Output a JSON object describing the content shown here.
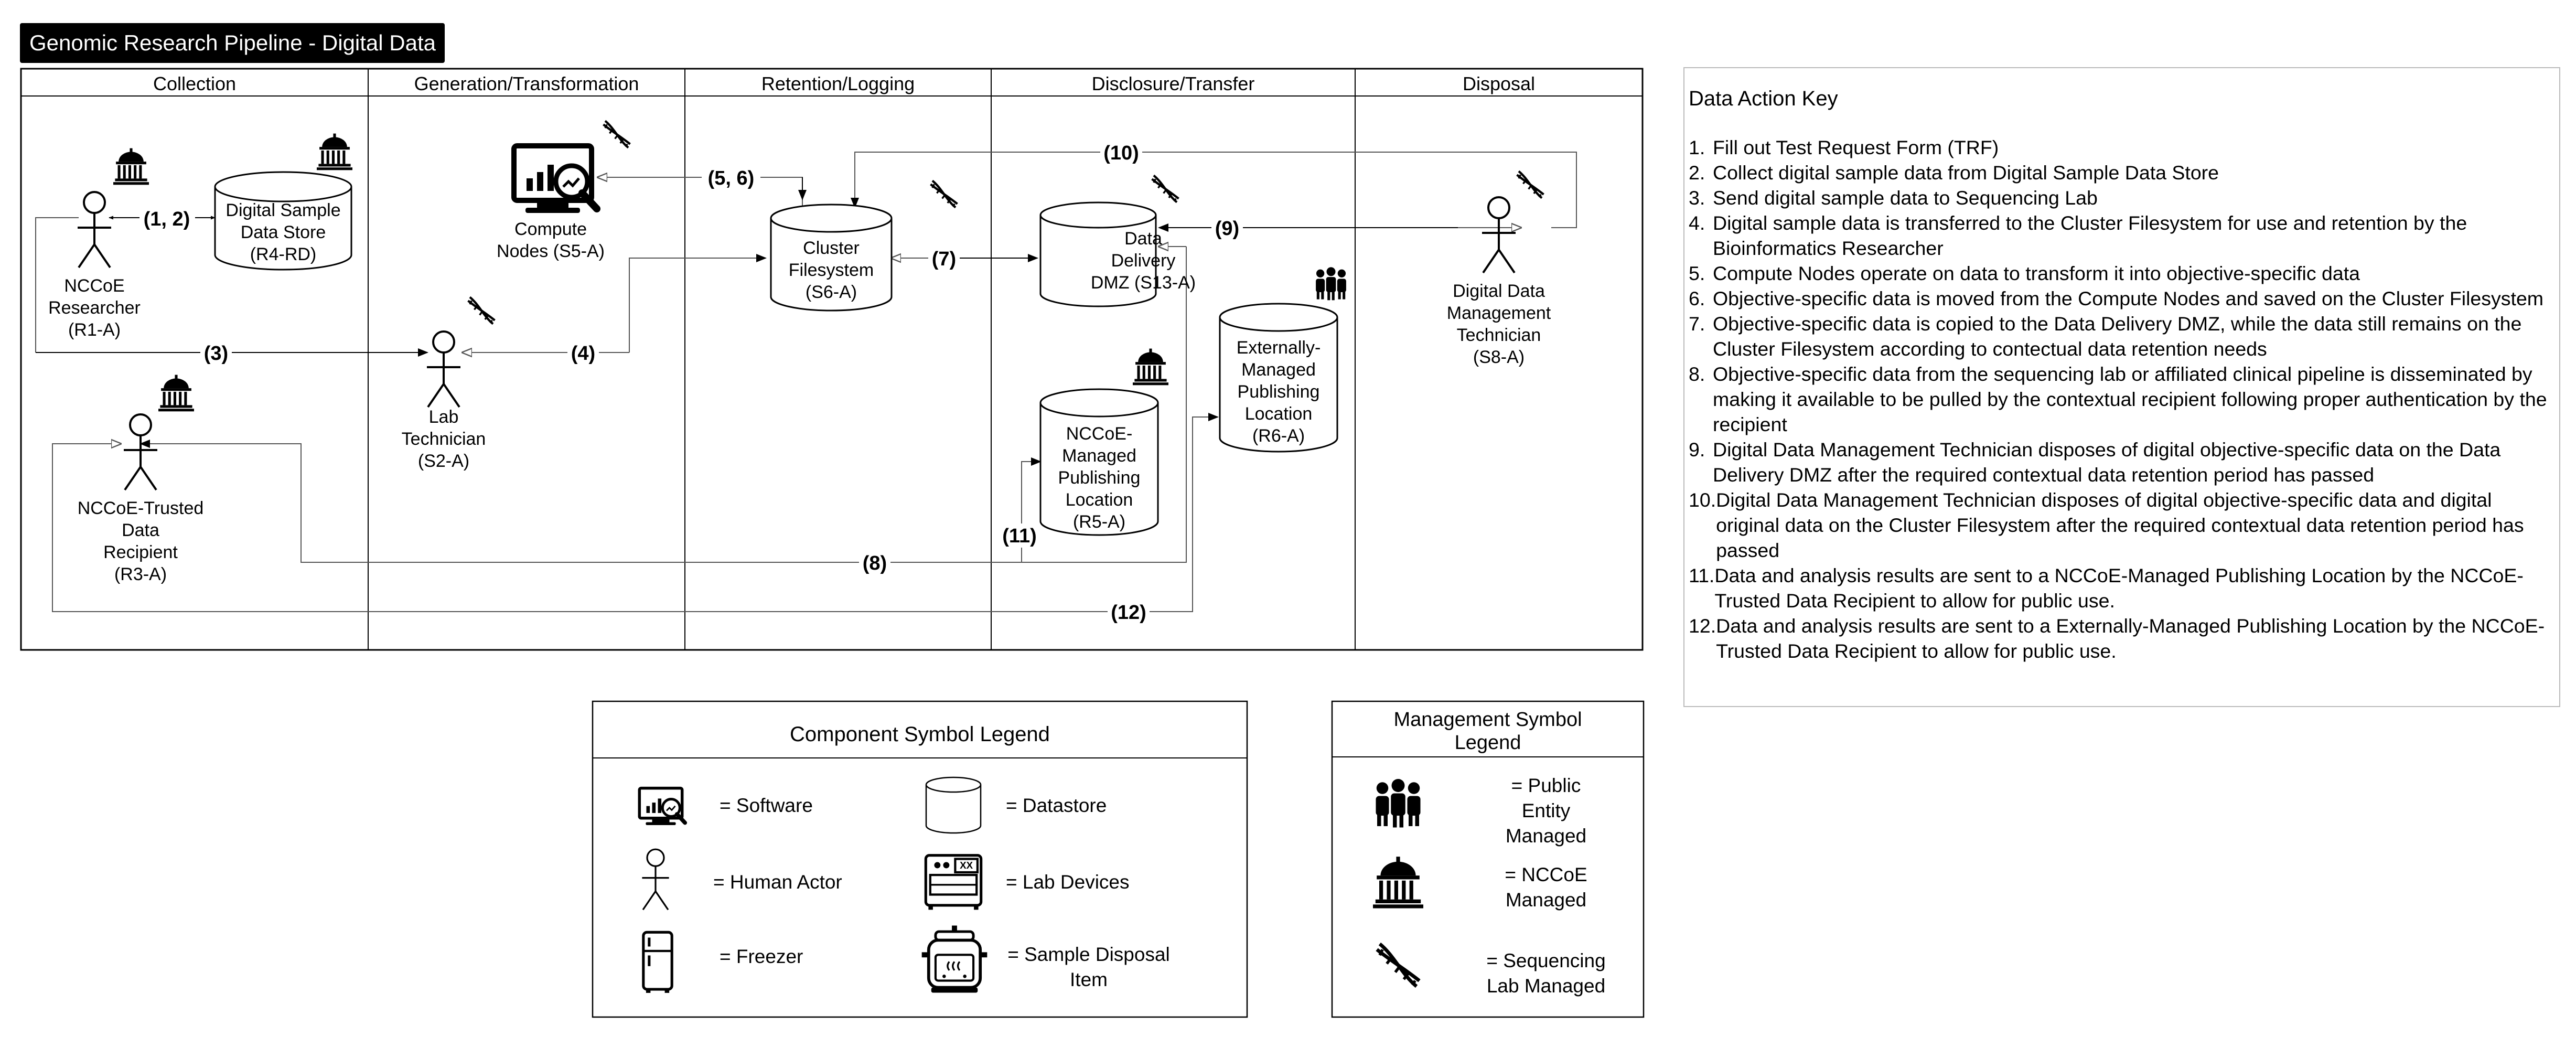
{
  "title": "Genomic Research Pipeline - Digital Data",
  "phases": [
    "Collection",
    "Generation/Transformation",
    "Retention/Logging",
    "Disclosure/Transfer",
    "Disposal"
  ],
  "nodes": {
    "researcher": [
      "NCCoE",
      "Researcher",
      "(R1-A)"
    ],
    "sample_store": [
      "Digital Sample",
      "Data Store",
      "(R4-RD)"
    ],
    "trusted_recipient": [
      "NCCoE-Trusted",
      "Data",
      "Recipient",
      "(R3-A)"
    ],
    "compute_nodes": [
      "Compute",
      "Nodes (S5-A)"
    ],
    "lab_tech": [
      "Lab",
      "Technician",
      "(S2-A)"
    ],
    "cluster_fs": [
      "Cluster",
      "Filesystem",
      "(S6-A)"
    ],
    "delivery_dmz": [
      "Data",
      "Delivery",
      "DMZ (S13-A)"
    ],
    "nccoe_pub": [
      "NCCoE-",
      "Managed",
      "Publishing",
      "Location",
      "(R5-A)"
    ],
    "external_pub": [
      "Externally-",
      "Managed",
      "Publishing",
      "Location",
      "(R6-A)"
    ],
    "ddm_tech": [
      "Digital Data",
      "Management",
      "Technician",
      "(S8-A)"
    ]
  },
  "flow_labels": {
    "l12": "(1, 2)",
    "l3": "(3)",
    "l4": "(4)",
    "l56": "(5, 6)",
    "l7": "(7)",
    "l8": "(8)",
    "l9": "(9)",
    "l10": "(10)",
    "l11": "(11)",
    "l12b": "(12)"
  },
  "key": {
    "title": "Data Action Key",
    "items": [
      {
        "num": "1.",
        "text": "Fill out Test Request Form (TRF)"
      },
      {
        "num": "2.",
        "text": "Collect digital sample data from Digital Sample Data Store"
      },
      {
        "num": "3.",
        "text": "Send digital sample data to Sequencing Lab"
      },
      {
        "num": "4.",
        "text": "Digital sample data is transferred to the Cluster Filesystem for use and retention by the Bioinformatics Researcher"
      },
      {
        "num": "5.",
        "text": "Compute Nodes operate on data to transform it into objective-specific data"
      },
      {
        "num": "6.",
        "text": "Objective-specific data is moved from the Compute Nodes and saved on the Cluster Filesystem"
      },
      {
        "num": "7.",
        "text": "Objective-specific data is copied to the Data Delivery DMZ, while the data still remains on the Cluster Filesystem according to contectual data retention needs"
      },
      {
        "num": "8.",
        "text": "Objective-specific data from the sequencing lab or affiliated clinical pipeline is disseminated by making it available to be pulled by the contextual recipient following proper authentication by the recipient"
      },
      {
        "num": "9.",
        "text": "Digital Data Management Technician disposes of digital objective-specific data on the Data Delivery DMZ after the required contextual data retention period has passed"
      },
      {
        "num": "10.",
        "text": "Digital Data Management Technician disposes of digital objective-specific data and digital original data on the Cluster Filesystem after the required contextual data retention period has passed"
      },
      {
        "num": "11.",
        "text": " Data and analysis results are sent to a NCCoE-Managed Publishing Location by the NCCoE-Trusted Data Recipient to allow for public use."
      },
      {
        "num": "12.",
        "text": "Data and analysis results are sent to a Externally-Managed Publishing Location by the NCCoE-Trusted Data Recipient to allow for public use."
      }
    ]
  },
  "component_legend": {
    "title": "Component Symbol Legend",
    "software": "= Software",
    "datastore": "= Datastore",
    "human": "= Human Actor",
    "lab_devices": "= Lab Devices",
    "freezer": "= Freezer",
    "disposal": [
      "= Sample Disposal",
      "Item"
    ]
  },
  "management_legend": {
    "title": [
      "Management Symbol",
      "Legend"
    ],
    "public": [
      "= Public",
      "Entity",
      "Managed"
    ],
    "nccoe": [
      "= NCCoE",
      "Managed"
    ],
    "sequencing": [
      "= Sequencing",
      "Lab Managed"
    ]
  }
}
